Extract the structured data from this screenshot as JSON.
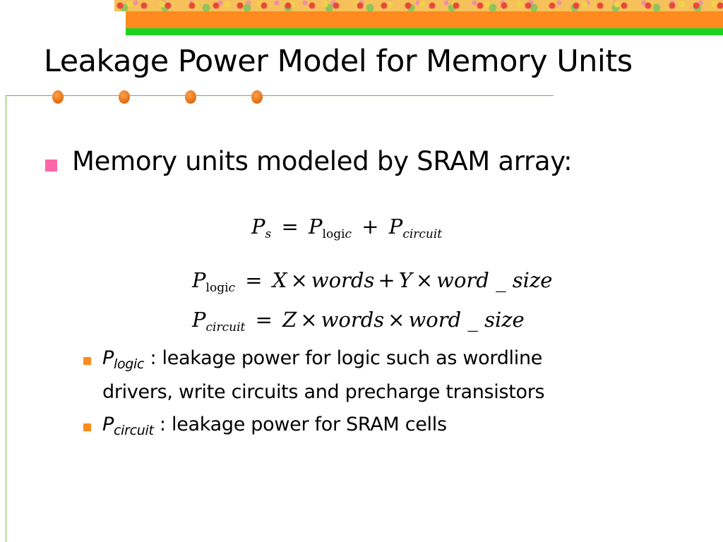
{
  "slide": {
    "title": "Leakage Power Model for Memory Units",
    "bullet_main": "Memory units modeled by SRAM array:",
    "equations": [
      {
        "lhs": {
          "symbol": "P",
          "sub": "s"
        },
        "eq": "=",
        "rhs": [
          {
            "symbol": "P",
            "sub_upright": "logi",
            "sub_italic": "c"
          },
          {
            "op": "+"
          },
          {
            "symbol": "P",
            "sub": "circuit"
          }
        ]
      },
      {
        "lhs": {
          "symbol": "P",
          "sub_upright": "logi",
          "sub_italic": "c"
        },
        "eq": "=",
        "rhs_text": [
          "X",
          "×",
          "words",
          "+",
          "Y",
          "×",
          "word _ size"
        ]
      },
      {
        "lhs": {
          "symbol": "P",
          "sub": "circuit"
        },
        "eq": "=",
        "rhs_text": [
          "Z",
          "×",
          "words",
          "×",
          "word _ size"
        ]
      }
    ],
    "sub_bullets": [
      {
        "symbol": "P",
        "sub": "logic",
        "line1": " : leakage power for logic such as wordline",
        "line2": "drivers, write circuits and precharge transistors"
      },
      {
        "symbol": "P",
        "sub": "circuit",
        "line1": " : leakage power for SRAM cells"
      }
    ]
  },
  "theme": {
    "accent_orange": "#ff8a1e",
    "accent_green": "#1fd21f",
    "rule_green": "#6cbd3a",
    "bullet_pink": "#ff66a8"
  }
}
